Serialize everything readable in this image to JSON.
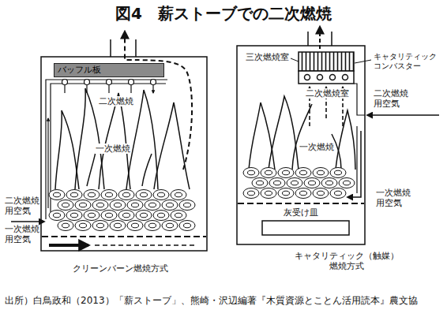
{
  "diagram": {
    "title": "図4　薪ストーブでの二次燃焼",
    "caption": "出所）白鳥政和（2013）「薪ストーブ」、熊崎・沢辺編著『木質資源とことん活用読本』農文協",
    "nodes": [
      {
        "text": [
          "バッフル板"
        ]
      }
    ],
    "labels": [
      "二次燃焼",
      "一次燃焼",
      "二次燃焼 用空気",
      "一次燃焼 用空気",
      "クリーンバーン燃焼方式",
      "三次燃焼室",
      "キャタリティック コンバスター",
      "二次燃焼 用空気",
      "二次燃焼室",
      "一次燃焼",
      "一次燃焼 用空気",
      "灰受け皿",
      "キャタリティック（触媒） 燃焼方式"
    ]
  }
}
